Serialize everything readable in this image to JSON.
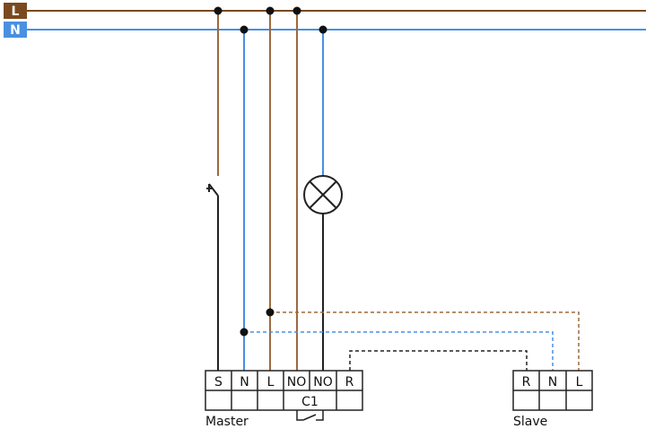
{
  "bus": {
    "line_label": "L",
    "neutral_label": "N",
    "line_color": "#7a4a1e",
    "neutral_color": "#4a90e2"
  },
  "colors": {
    "live_wire": "#9c6a3c",
    "neutral_wire": "#4a90e2",
    "black_wire": "#222222",
    "dashed_live": "#9c6a3c",
    "dashed_neutral": "#4a90e2",
    "dashed_black": "#222222"
  },
  "master": {
    "caption": "Master",
    "terminals": [
      "S",
      "N",
      "L",
      "NO",
      "NO",
      "R"
    ],
    "group_label": "C1"
  },
  "slave": {
    "caption": "Slave",
    "terminals": [
      "R",
      "N",
      "L"
    ]
  },
  "symbols": {
    "switch": "switch-icon",
    "lamp": "lamp-icon",
    "relay_contact": "relay-contact-icon"
  }
}
